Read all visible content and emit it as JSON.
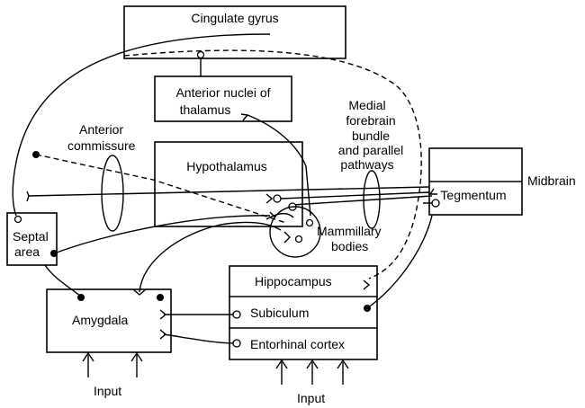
{
  "labels": {
    "cingulate": "Cingulate gyrus",
    "anterior_nuclei_1": "Anterior nuclei of",
    "anterior_nuclei_2": "thalamus",
    "anterior_commissure_1": "Anterior",
    "anterior_commissure_2": "commissure",
    "hypothalamus": "Hypothalamus",
    "mfb_1": "Medial",
    "mfb_2": "forebrain",
    "mfb_3": "bundle",
    "mfb_4": "and parallel",
    "mfb_5": "pathways",
    "midbrain": "Midbrain",
    "tegmentum": "Tegmentum",
    "septal_1": "Septal",
    "septal_2": "area",
    "mammillary_1": "Mammillary",
    "mammillary_2": "bodies",
    "hippocampus": "Hippocampus",
    "subiculum": "Subiculum",
    "entorhinal": "Entorhinal cortex",
    "amygdala": "Amygdala",
    "input_left": "Input",
    "input_right": "Input"
  }
}
